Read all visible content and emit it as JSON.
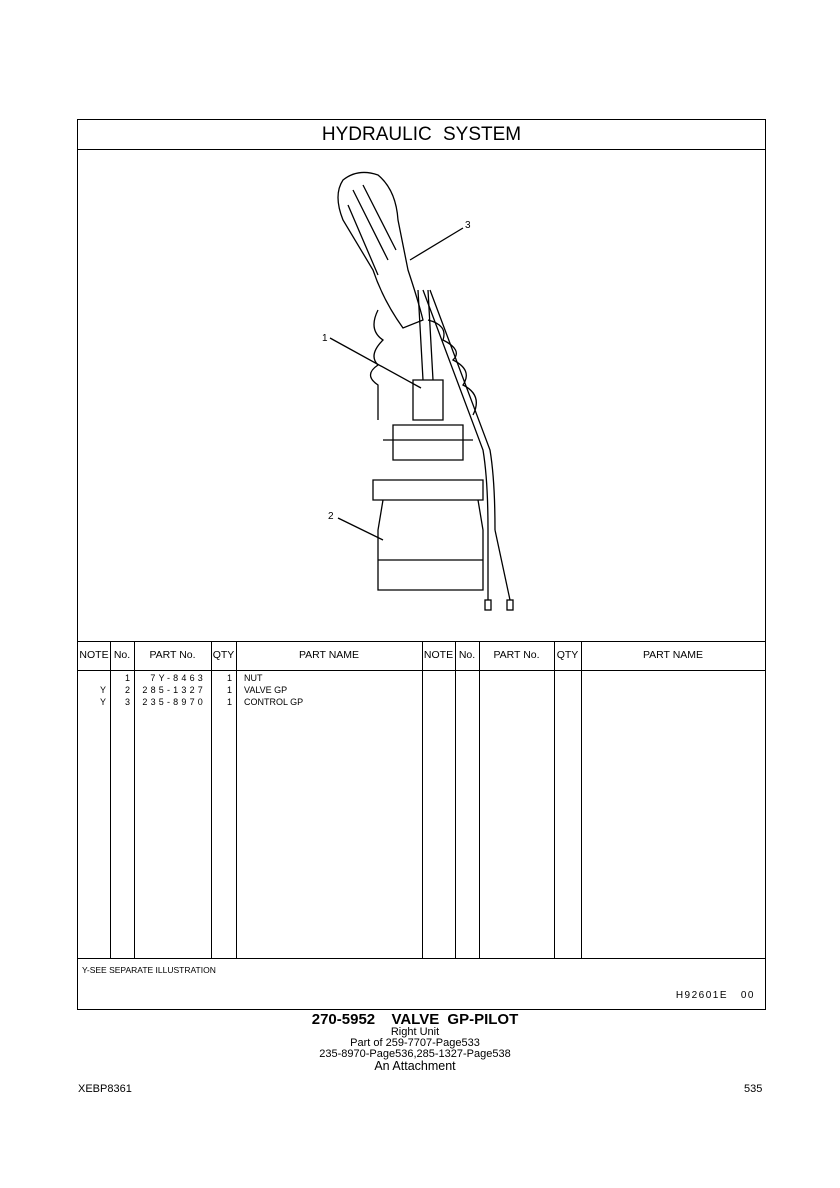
{
  "title": "HYDRAULIC SYSTEM",
  "callouts": [
    "1",
    "2",
    "3"
  ],
  "table": {
    "headers": [
      "NOTE",
      "No.",
      "PART No.",
      "QTY",
      "PART NAME",
      "NOTE",
      "No.",
      "PART No.",
      "QTY",
      "PART NAME"
    ],
    "rows": [
      {
        "note": "",
        "no": "1",
        "part_no": "7Y-8463",
        "qty": "1",
        "name": "NUT"
      },
      {
        "note": "Y",
        "no": "2",
        "part_no": "285-1327",
        "qty": "1",
        "name": "VALVE GP"
      },
      {
        "note": "Y",
        "no": "3",
        "part_no": "235-8970",
        "qty": "1",
        "name": "CONTROL GP"
      }
    ],
    "note": "Y-SEE SEPARATE ILLUSTRATION",
    "code": "H92601E   00"
  },
  "caption": {
    "title": "270-5952  VALVE GP-PILOT",
    "line1": "Right Unit",
    "line2": "Part of 259-7707-Page533",
    "line3": "235-8970-Page536,285-1327-Page538",
    "line4": "An Attachment"
  },
  "footer": {
    "doc": "XEBP8361",
    "page": "535"
  }
}
